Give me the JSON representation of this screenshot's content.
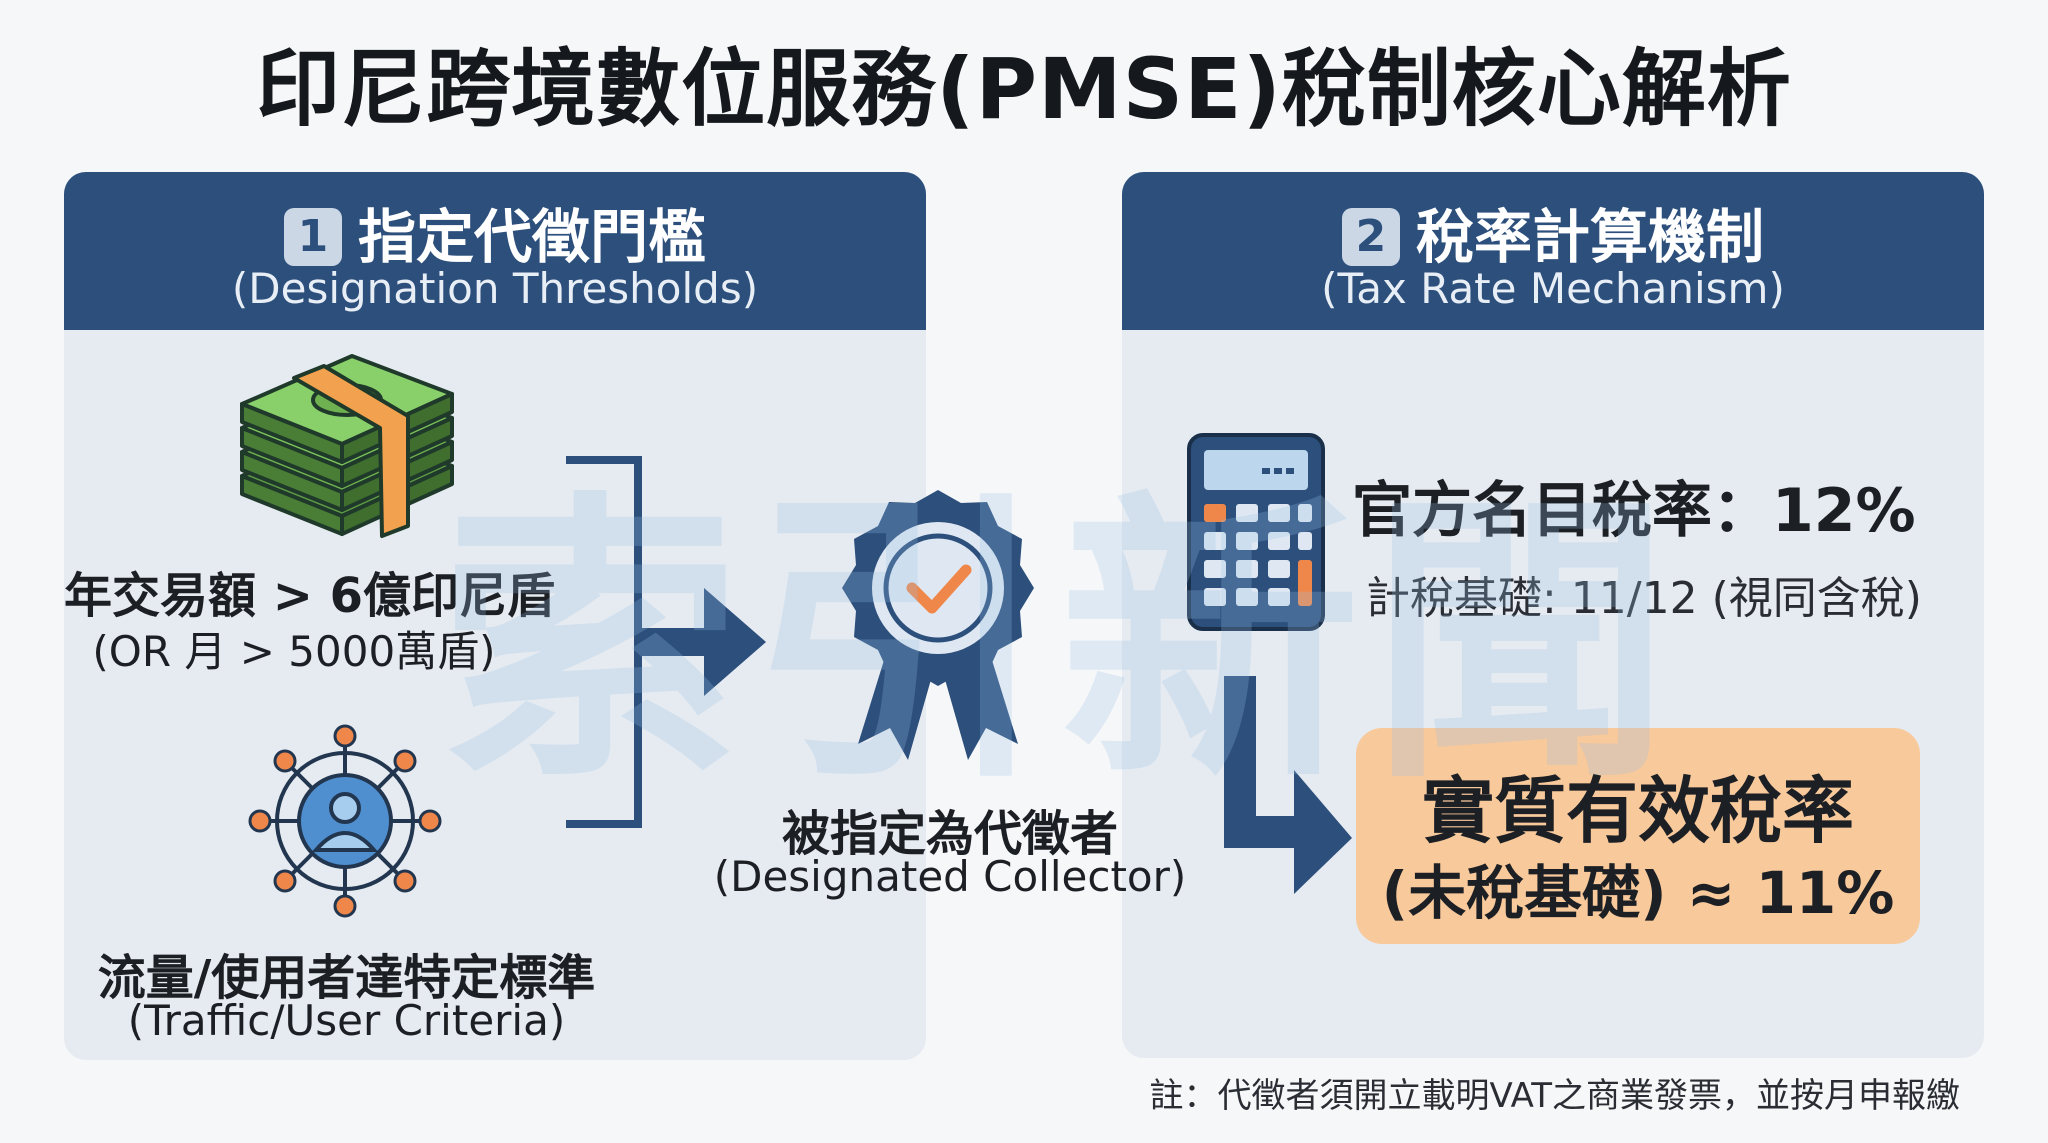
{
  "title": "印尼跨境數位服務(PMSE)稅制核心解析",
  "watermark": "索引新聞",
  "left_panel": {
    "number": "1",
    "title": "指定代徵門檻",
    "subtitle": "(Designation Thresholds)",
    "criterion1_main": "年交易額 > 6億印尼盾",
    "criterion1_sub": "(OR 月 > 5000萬盾)",
    "criterion2_main": "流量/使用者達特定標準",
    "criterion2_sub": "(Traffic/User Criteria)"
  },
  "center": {
    "label_main": "被指定為代徵者",
    "label_sub": "(Designated Collector)"
  },
  "right_panel": {
    "number": "2",
    "title": "稅率計算機制",
    "subtitle": "(Tax Rate Mechanism)",
    "nominal_rate": "官方名目稅率：12%",
    "tax_base": "計稅基礎: 11/12 (視同含稅)",
    "effective_title": "實質有效稅率",
    "effective_value": "(未稅基礎) ≈ 11%"
  },
  "footnote": "註：代徵者須開立載明VAT之商業發票，並按月申報繳",
  "colors": {
    "header_blue": "#2c4f7c",
    "panel_bg": "#e6ebf1",
    "highlight_orange": "#f8c99b",
    "icon_orange": "#f0874a"
  },
  "icons": [
    "money-stack-icon",
    "user-network-icon",
    "award-badge-icon",
    "calculator-icon",
    "bracket-arrow-icon",
    "down-right-arrow-icon"
  ]
}
